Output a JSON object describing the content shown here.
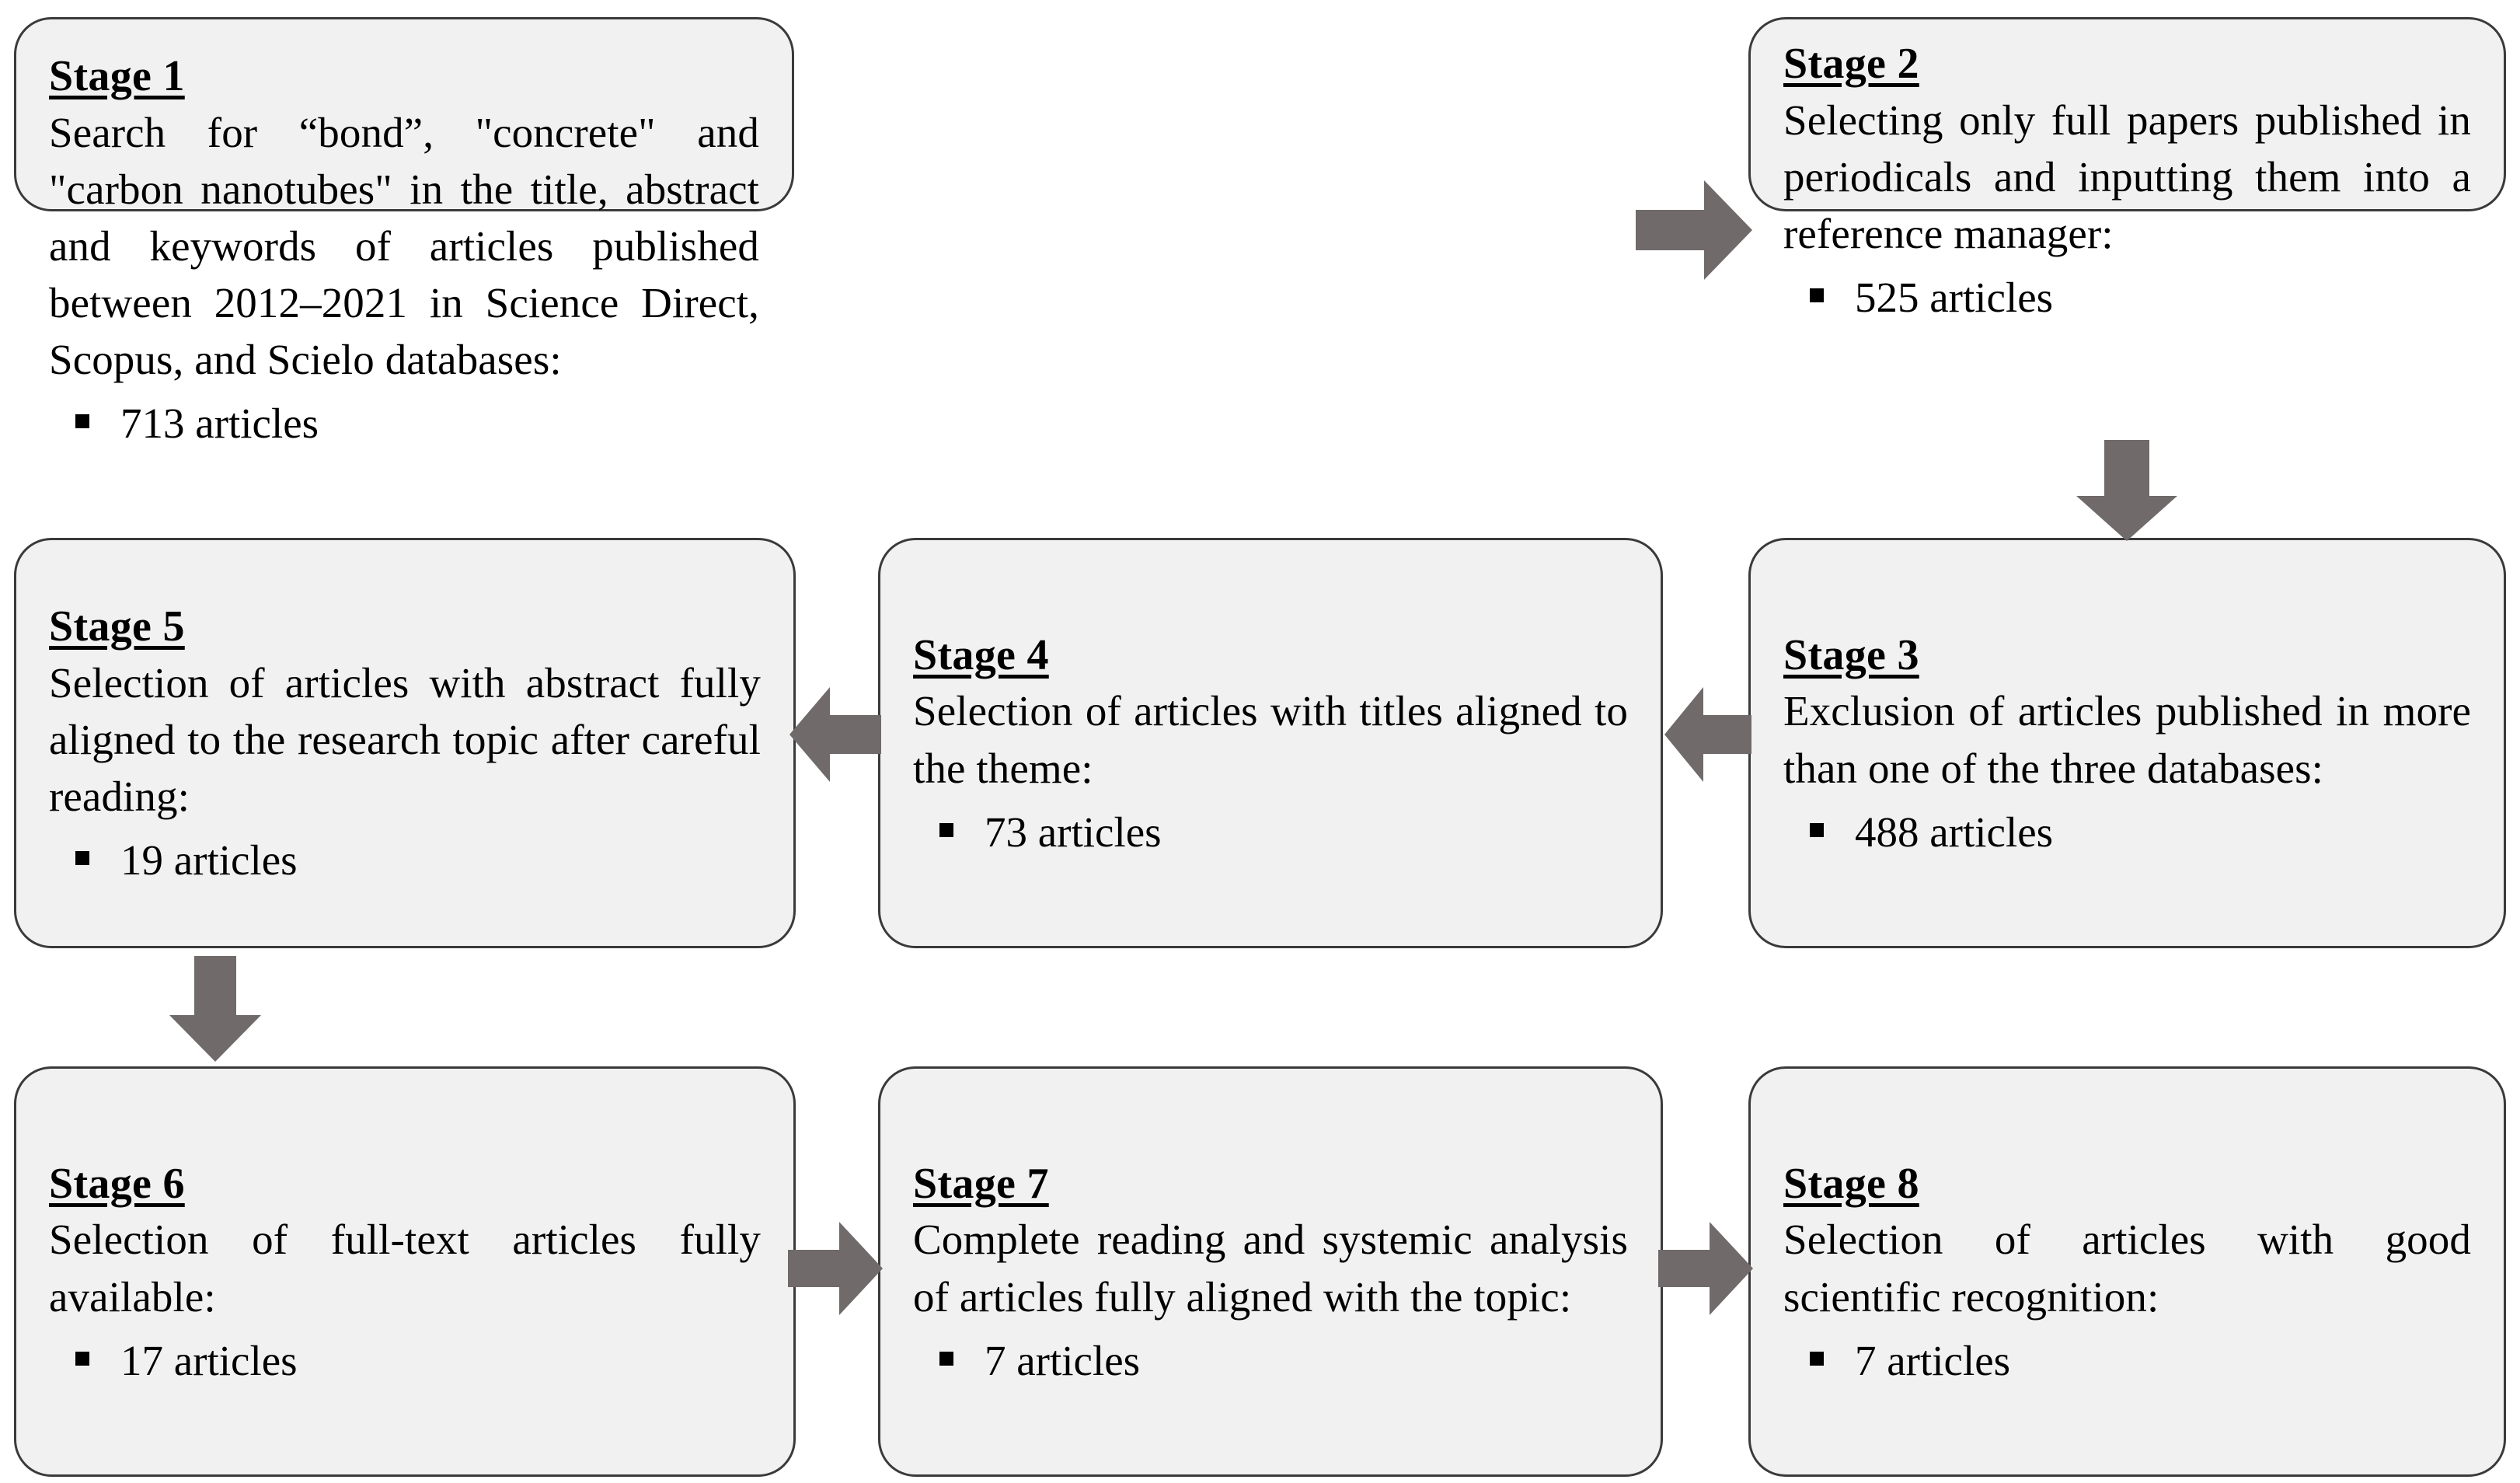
{
  "diagram": {
    "title": "Systematic literature review selection stages",
    "colors": {
      "box_fill": "#F1F1F1",
      "box_border": "#3A3A3A",
      "arrow_fill": "#706A6A",
      "text": "#000000",
      "page_background": "#FFFFFF"
    },
    "stages": [
      {
        "id": "stage-1",
        "title": "Stage 1",
        "body": "Search for “bond”, \"concrete\" and \"carbon nanotubes\" in the title, abstract and keywords of articles published between 2012–2021 in Science Direct, Scopus, and Scielo databases:",
        "result": "713 articles",
        "count": 713,
        "bullet": "▪"
      },
      {
        "id": "stage-2",
        "title": "Stage 2",
        "body": "Selecting only full papers published in periodicals and inputting them into a reference manager:",
        "result": "525 articles",
        "count": 525,
        "bullet": "▪"
      },
      {
        "id": "stage-3",
        "title": "Stage 3",
        "body": "Exclusion of articles published in more than one of the three databases:",
        "result": "488 articles",
        "count": 488,
        "bullet": "▪"
      },
      {
        "id": "stage-4",
        "title": "Stage 4",
        "body": "Selection of articles with titles aligned to the theme:",
        "result": "73 articles",
        "count": 73,
        "bullet": "▪"
      },
      {
        "id": "stage-5",
        "title": "Stage 5",
        "body": "Selection of articles with abstract fully aligned to the research topic after careful reading:",
        "result": "19 articles",
        "count": 19,
        "bullet": "▪"
      },
      {
        "id": "stage-6",
        "title": "Stage 6",
        "body": "Selection of full-text articles fully available:",
        "result": "17 articles",
        "count": 17,
        "bullet": "▪"
      },
      {
        "id": "stage-7",
        "title": "Stage 7",
        "body": "Complete reading and systemic analysis of articles fully aligned with the topic:",
        "result": "7 articles",
        "count": 7,
        "bullet": "▪"
      },
      {
        "id": "stage-8",
        "title": "Stage 8",
        "body": "Selection of articles with good scientific recognition:",
        "result": "7 articles",
        "count": 7,
        "bullet": "▪"
      }
    ],
    "connectors": [
      {
        "id": "arrow-1-to-2",
        "from": "stage-1",
        "to": "stage-2",
        "direction": "right"
      },
      {
        "id": "arrow-2-to-3",
        "from": "stage-2",
        "to": "stage-3",
        "direction": "down"
      },
      {
        "id": "arrow-3-to-4",
        "from": "stage-3",
        "to": "stage-4",
        "direction": "left"
      },
      {
        "id": "arrow-4-to-5",
        "from": "stage-4",
        "to": "stage-5",
        "direction": "left"
      },
      {
        "id": "arrow-5-to-6",
        "from": "stage-5",
        "to": "stage-6",
        "direction": "down"
      },
      {
        "id": "arrow-6-to-7",
        "from": "stage-6",
        "to": "stage-7",
        "direction": "right"
      },
      {
        "id": "arrow-7-to-8",
        "from": "stage-7",
        "to": "stage-8",
        "direction": "right"
      }
    ]
  }
}
